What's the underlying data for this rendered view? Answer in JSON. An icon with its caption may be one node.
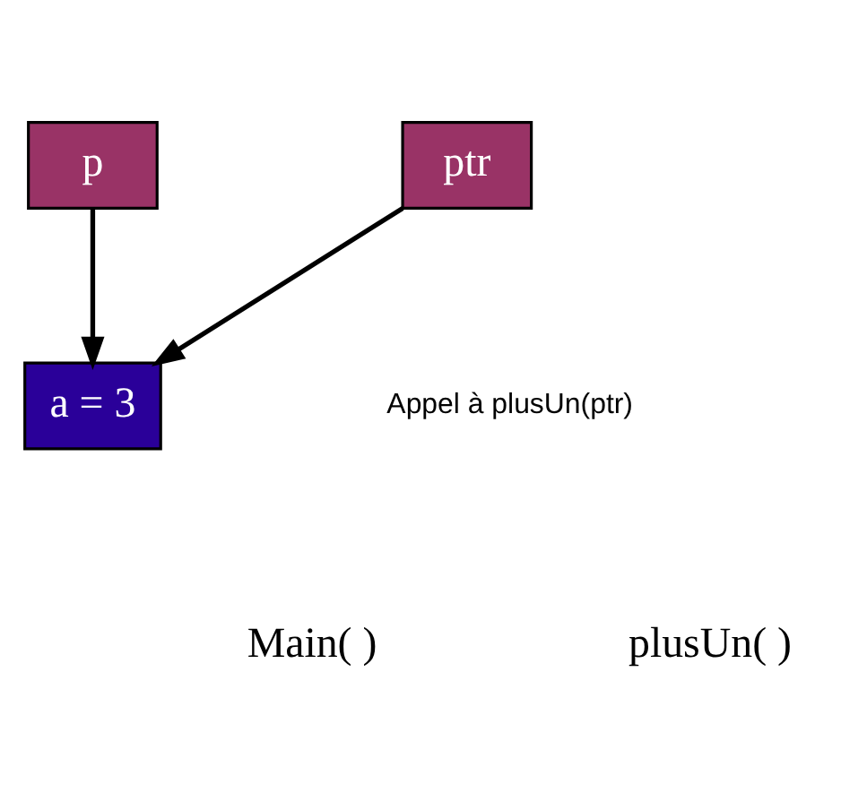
{
  "diagram": {
    "nodes": [
      {
        "text": [
          "a = 3"
        ]
      },
      {
        "text": [
          "ptr"
        ]
      },
      {
        "text": [
          "p"
        ]
      }
    ],
    "edges": [
      {
        "from": 1,
        "to": 0,
        "arrow": "to"
      },
      {
        "from": 2,
        "to": 0,
        "arrow": "to"
      }
    ],
    "labels": [
      "Appel à plusUn(ptr)",
      "Main( )",
      "plusUn( )"
    ]
  }
}
